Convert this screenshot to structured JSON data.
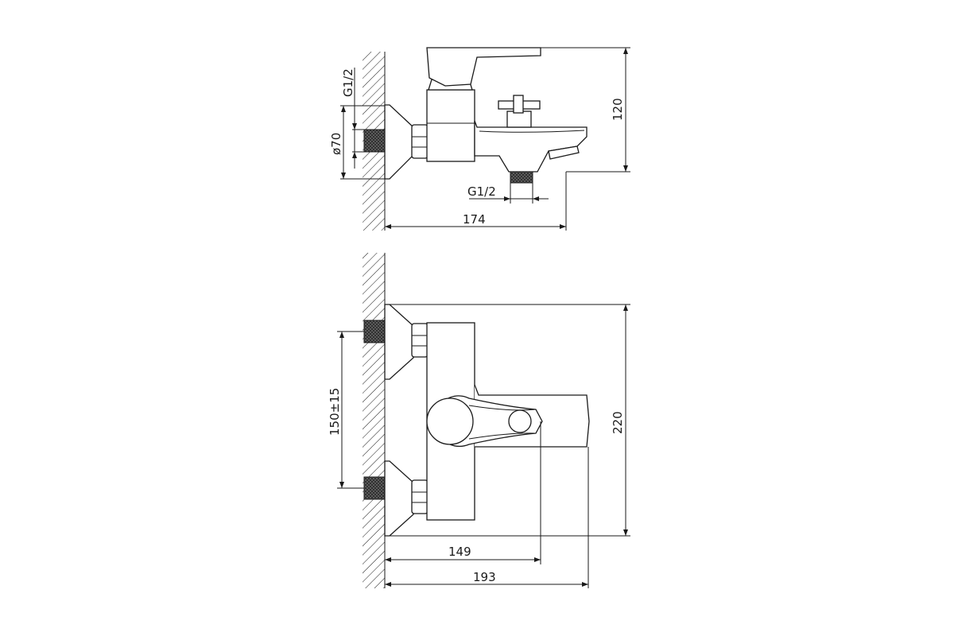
{
  "side_view": {
    "dims": {
      "thread_top": "G1/2",
      "diameter": "ø70",
      "height": "120",
      "thread_bottom": "G1/2",
      "depth": "174"
    }
  },
  "front_view": {
    "dims": {
      "centers": "150±15",
      "height": "220",
      "lever_reach": "149",
      "total_depth": "193"
    }
  }
}
